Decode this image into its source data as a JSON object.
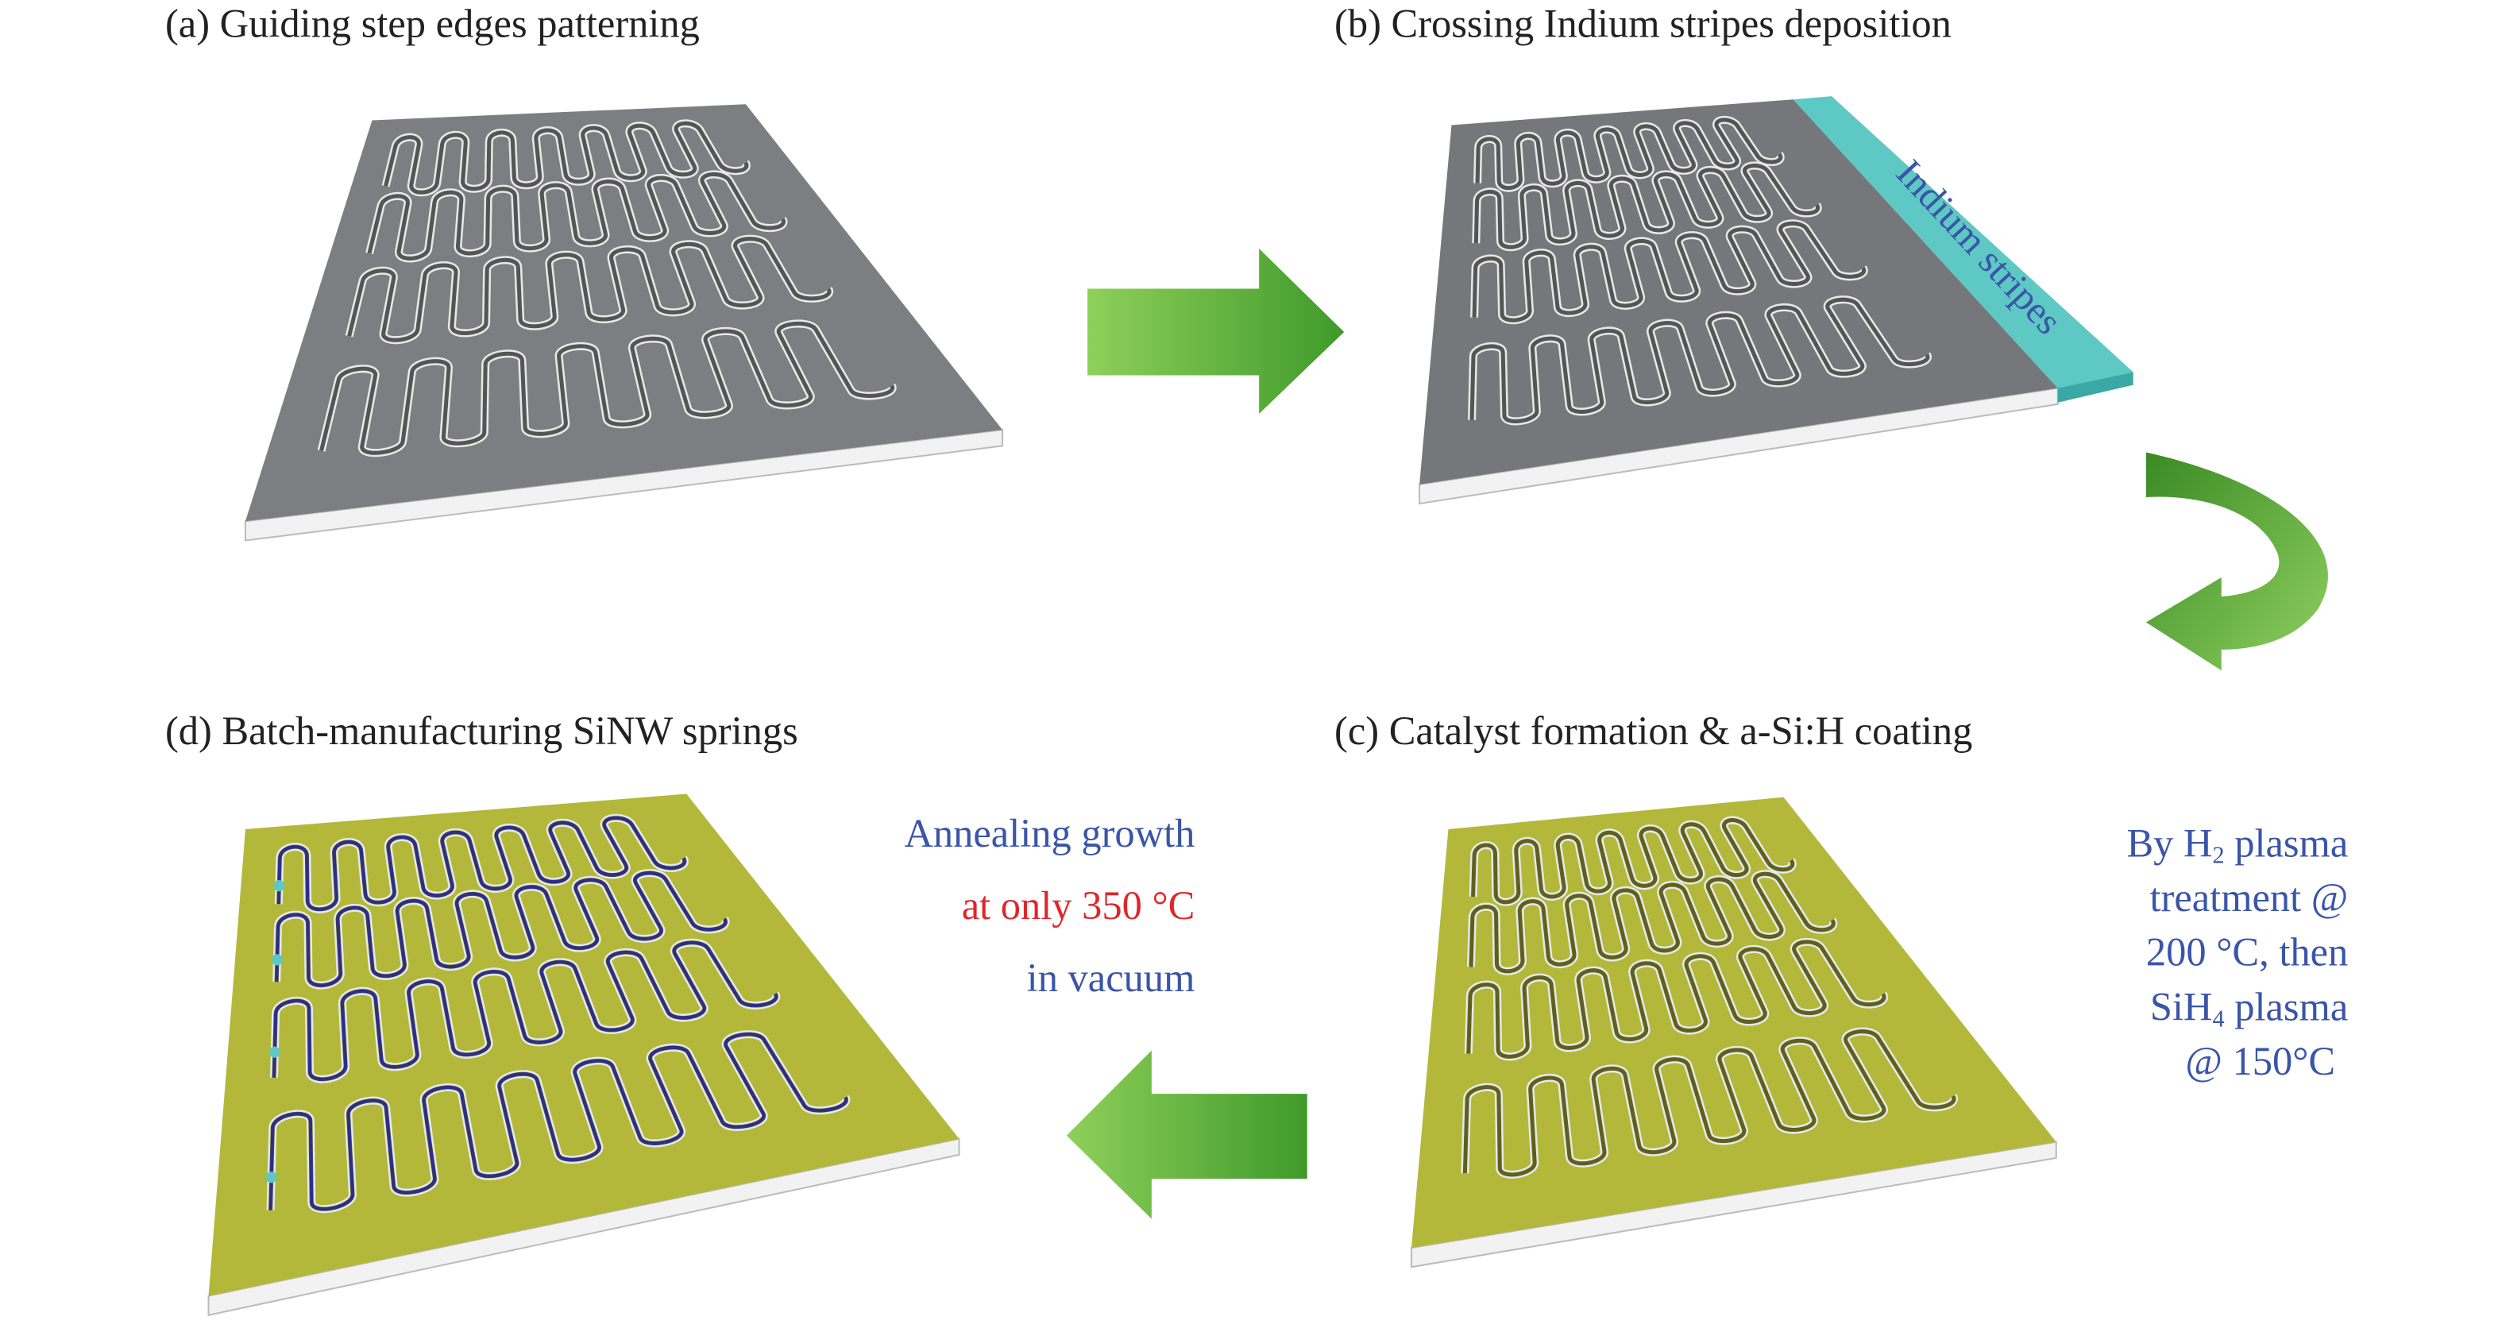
{
  "panels": {
    "a": {
      "title": "(a) Guiding step edges patterning"
    },
    "b": {
      "title": "(b) Crossing Indium stripes deposition",
      "stripe_label": "Indium stripes"
    },
    "c": {
      "title": "(c) Catalyst formation & a-Si:H coating"
    },
    "d": {
      "title": "(d) Batch-manufacturing SiNW springs"
    }
  },
  "notes": {
    "plasma": {
      "l1a": "By H",
      "l1sub": "2",
      "l1b": " plasma",
      "l2": "treatment @",
      "l3": "200 °C, then",
      "l4a": "SiH",
      "l4sub": "4",
      "l4b": " plasma",
      "l5": "@ 150°C"
    },
    "anneal": {
      "l1": "Annealing growth",
      "l2": "at only 350 °C",
      "l3": "in vacuum"
    }
  },
  "colors": {
    "substrate_gray": "#7d7e82",
    "coated_yellow": "#b3b83a",
    "indium": "#5ec8c4",
    "arrow_green": "#5aaa3a",
    "text_blue": "#3a55a8",
    "text_red": "#e0262a"
  }
}
